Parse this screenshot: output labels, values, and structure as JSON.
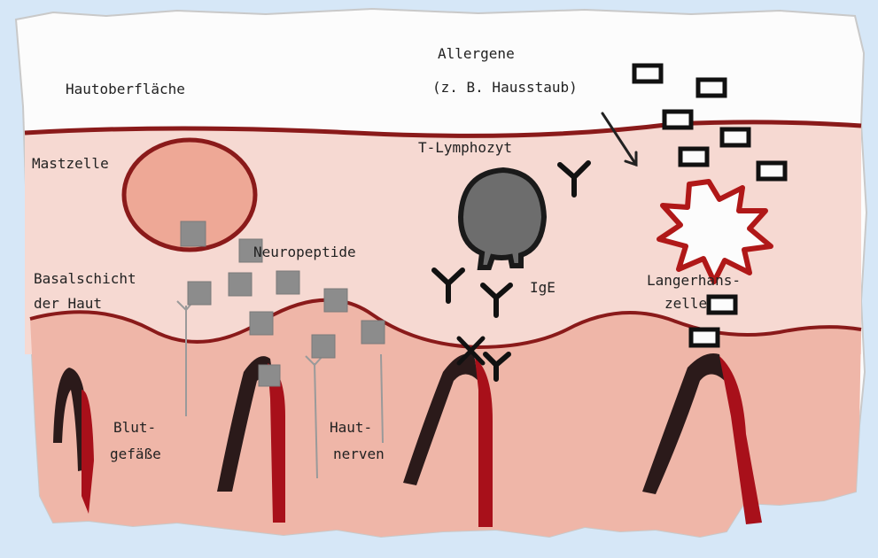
{
  "diagram": {
    "labels": {
      "hautoberflaeche": "Hautoberfläche",
      "allergene_1": "Allergene",
      "allergene_2": "(z. B. Hausstaub)",
      "mastzelle": "Mastzelle",
      "t_lymphozyt": "T-Lymphozyt",
      "neuropeptide": "Neuropeptide",
      "basalschicht_1": "Basalschicht",
      "basalschicht_2": "der Haut",
      "ige": "IgE",
      "langerhans_1": "Langerhans-",
      "langerhans_2": "zelle",
      "blut_1": "Blut-",
      "blut_2": "gefäße",
      "haut_1": "Haut-",
      "haut_2": "nerven"
    },
    "colors": {
      "background": "#d6e7f7",
      "paper": "#fcfcfc",
      "epidermis": "#f6d9d2",
      "dermis": "#efb6a8",
      "outline_red": "#8a1a1a",
      "vessel_dark": "#2b1a1a",
      "vessel_red": "#a8101a",
      "cell_gray": "#6d6d6d",
      "mastcell_fill": "#eea896",
      "particle_gray": "#8c8c8c"
    }
  }
}
